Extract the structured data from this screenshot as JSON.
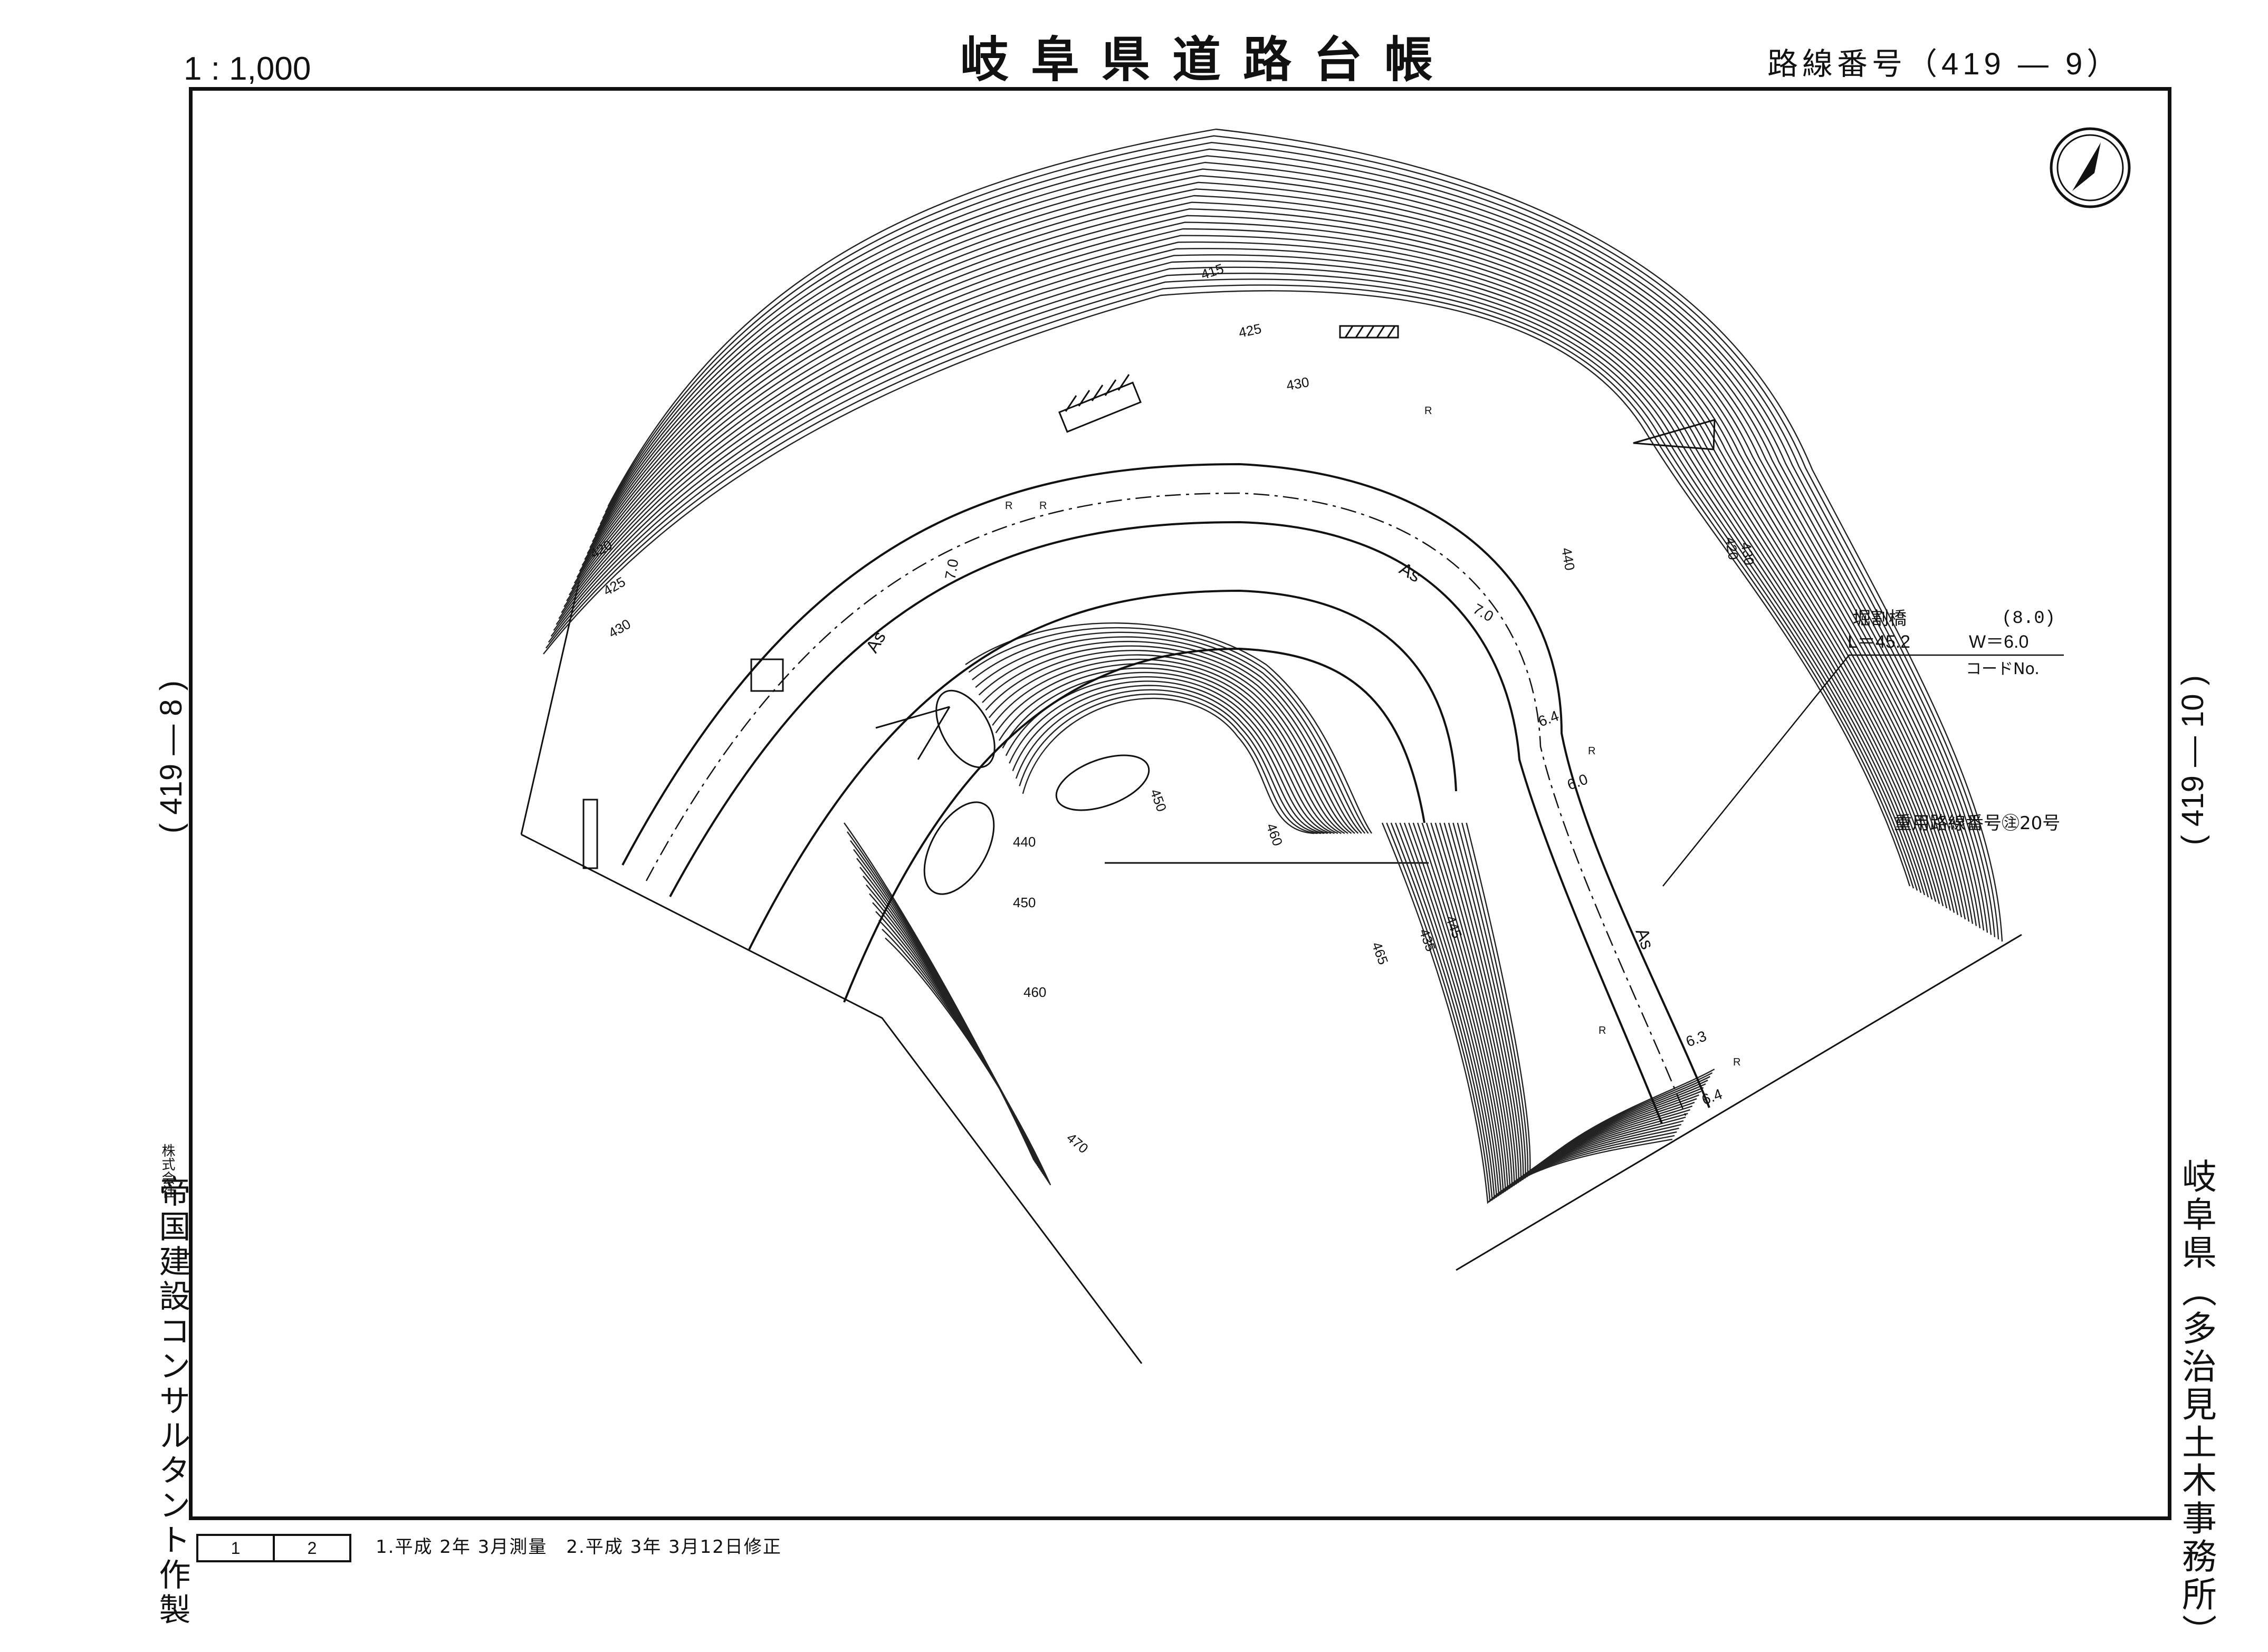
{
  "header": {
    "scale": "1 : 1,000",
    "title": "岐阜県道路台帳",
    "route_prefix": "路線番号（",
    "route_number": "419 ― 9",
    "route_suffix": "）"
  },
  "margins": {
    "left_route": "( 419 ― 8 )",
    "right_route": "( 419 ― 10 )",
    "left_company_kind": "株式会社",
    "left_company": "帝国建設コンサルタント作製",
    "right_office": "岐阜県（多治見土木事務所）"
  },
  "bridge": {
    "name": "堀割橋",
    "note": "(8.0)",
    "length": "L＝45.2",
    "width": "W＝6.0",
    "code_label": "コードNo."
  },
  "duplicate_route": "重用路線番号㊟20号",
  "footer": {
    "sheet_cells": [
      "1",
      "2"
    ],
    "notes": "1.平成 2年 3月測量　2.平成 3年 3月12日修正"
  },
  "map": {
    "contour_labels": [
      "415",
      "425",
      "430",
      "420",
      "425",
      "430",
      "440",
      "430",
      "420",
      "450",
      "460",
      "440",
      "450",
      "460",
      "470",
      "465",
      "435",
      "445"
    ],
    "road_labels": [
      "As",
      "As",
      "As"
    ],
    "width_labels": [
      "7.0",
      "7.0",
      "6.4",
      "6.0",
      "6.3",
      "6.4"
    ],
    "r_marks": [
      "R",
      "R",
      "R",
      "R",
      "R",
      "R"
    ],
    "north_arrow": "north-arrow-icon"
  }
}
